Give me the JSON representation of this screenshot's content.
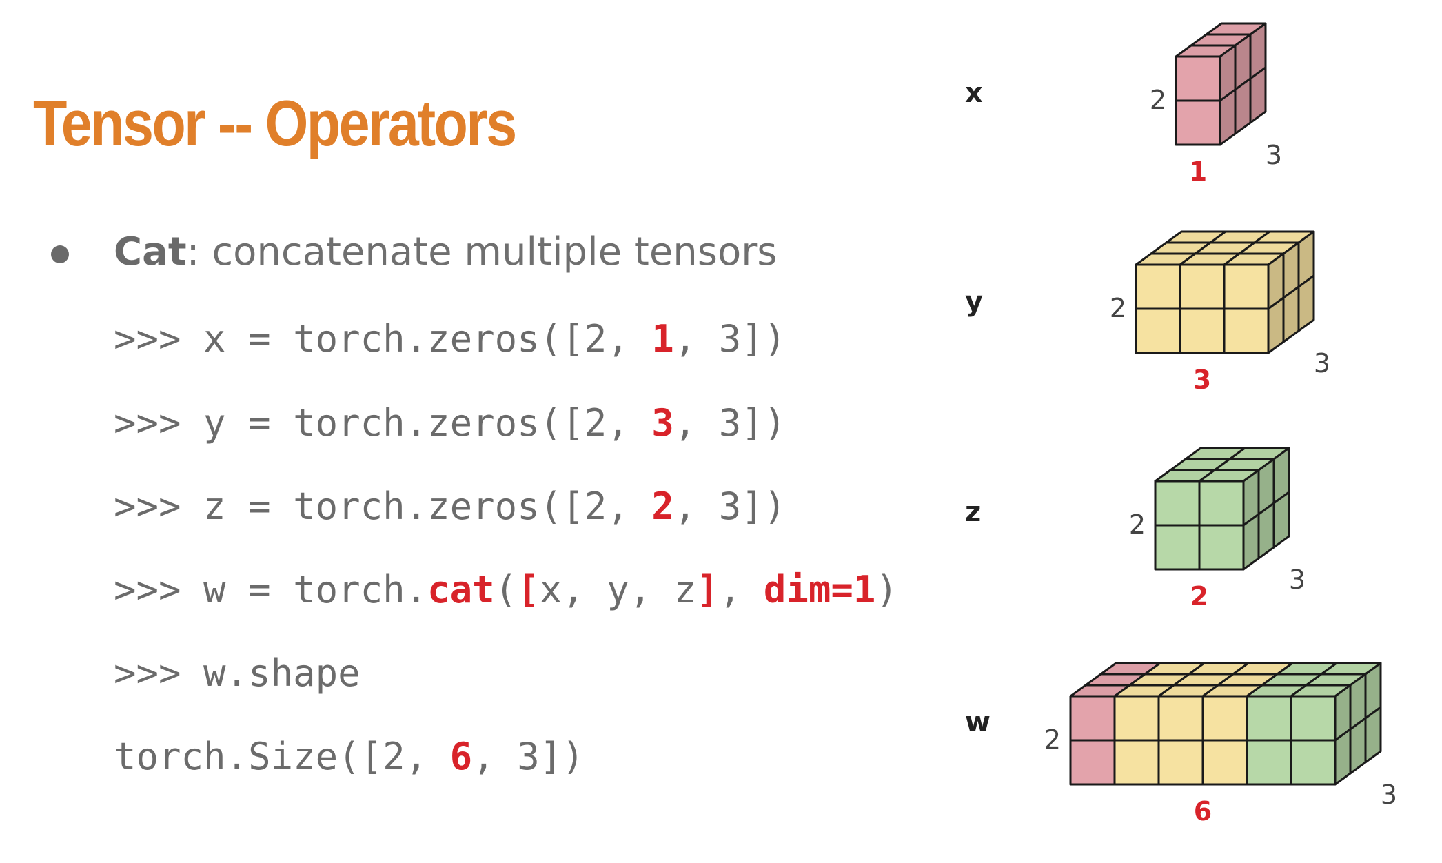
{
  "title": "Tensor -- Operators",
  "bullet": {
    "keyword": "Cat",
    "separator": ":",
    "text": " concatenate multiple tensors"
  },
  "code": [
    {
      "parts": [
        {
          "t": ">>> x = torch.zeros([2, ",
          "h": false
        },
        {
          "t": "1",
          "h": true
        },
        {
          "t": ", 3])",
          "h": false
        }
      ]
    },
    {
      "parts": [
        {
          "t": ">>> y = torch.zeros([2, ",
          "h": false
        },
        {
          "t": "3",
          "h": true
        },
        {
          "t": ", 3])",
          "h": false
        }
      ]
    },
    {
      "parts": [
        {
          "t": ">>> z = torch.zeros([2, ",
          "h": false
        },
        {
          "t": "2",
          "h": true
        },
        {
          "t": ", 3])",
          "h": false
        }
      ]
    },
    {
      "parts": [
        {
          "t": ">>> w = torch.",
          "h": false
        },
        {
          "t": "cat",
          "h": true
        },
        {
          "t": "(",
          "h": false
        },
        {
          "t": "[",
          "h": true
        },
        {
          "t": "x, y, z",
          "h": false
        },
        {
          "t": "]",
          "h": true
        },
        {
          "t": ", ",
          "h": false
        },
        {
          "t": "dim=1",
          "h": true
        },
        {
          "t": ")",
          "h": false
        }
      ]
    },
    {
      "parts": [
        {
          "t": ">>> w.shape",
          "h": false
        }
      ]
    },
    {
      "parts": [
        {
          "t": "torch.Size([2, ",
          "h": false
        },
        {
          "t": "6",
          "h": true
        },
        {
          "t": ", 3])",
          "h": false
        }
      ]
    }
  ],
  "tensors": [
    {
      "name": "x",
      "dim0": "2",
      "dim1": "1",
      "dim2": "3",
      "colors": [
        "#e3a3ab"
      ]
    },
    {
      "name": "y",
      "dim0": "2",
      "dim1": "3",
      "dim2": "3",
      "colors": [
        "#f6e2a1",
        "#f6e2a1",
        "#f6e2a1"
      ]
    },
    {
      "name": "z",
      "dim0": "2",
      "dim1": "2",
      "dim2": "3",
      "colors": [
        "#b7d8a8",
        "#b7d8a8"
      ]
    },
    {
      "name": "w",
      "dim0": "2",
      "dim1": "6",
      "dim2": "3",
      "colors": [
        "#e3a3ab",
        "#f6e2a1",
        "#f6e2a1",
        "#f6e2a1",
        "#b7d8a8",
        "#b7d8a8"
      ]
    }
  ],
  "theme": {
    "title_color": "#e07f2a",
    "highlight_color": "#d8232a",
    "text_color": "#6b6b6b"
  }
}
